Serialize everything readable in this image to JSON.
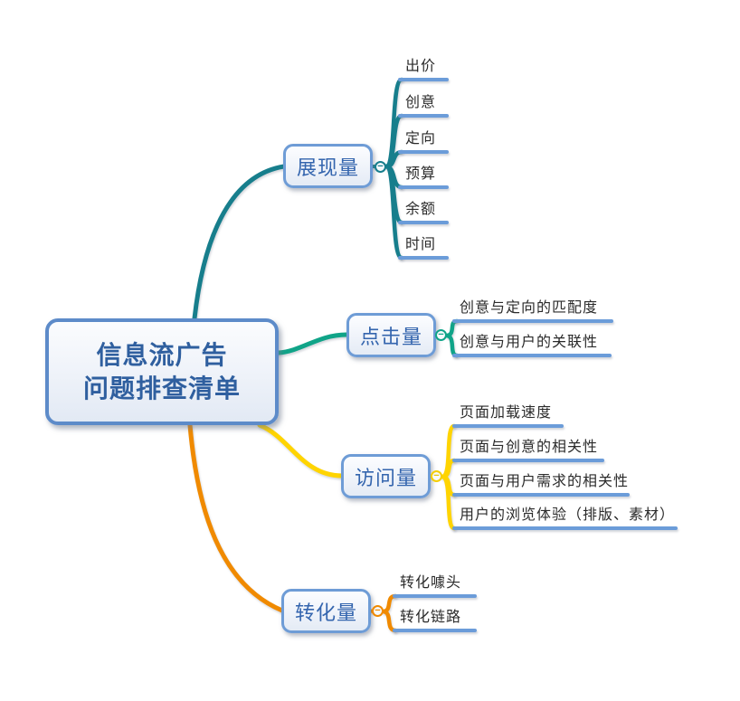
{
  "central": {
    "line1": "信息流广告",
    "line2": "问题排查清单"
  },
  "icons": {
    "collapse_glyph": "−"
  },
  "colors": {
    "central_border": "#5D8BC9",
    "branch_node_border": "#6E9CD6",
    "central_text": "#2F5F9F",
    "branch_text": "#3465AE",
    "child_text": "#2B2B2B",
    "child_underline": "#6B9CD9",
    "branch_impressions": "#177E8C",
    "branch_clicks": "#10A488",
    "branch_visits": "#FFD400",
    "branch_conversions": "#F08A00"
  },
  "branches": [
    {
      "label": "展现量",
      "children": [
        "出价",
        "创意",
        "定向",
        "预算",
        "余额",
        "时间"
      ]
    },
    {
      "label": "点击量",
      "children": [
        "创意与定向的匹配度",
        "创意与用户的关联性"
      ]
    },
    {
      "label": "访问量",
      "children": [
        "页面加载速度",
        "页面与创意的相关性",
        "页面与用户需求的相关性",
        "用户的浏览体验（排版、素材）"
      ]
    },
    {
      "label": "转化量",
      "children": [
        "转化噱头",
        "转化链路"
      ]
    }
  ]
}
